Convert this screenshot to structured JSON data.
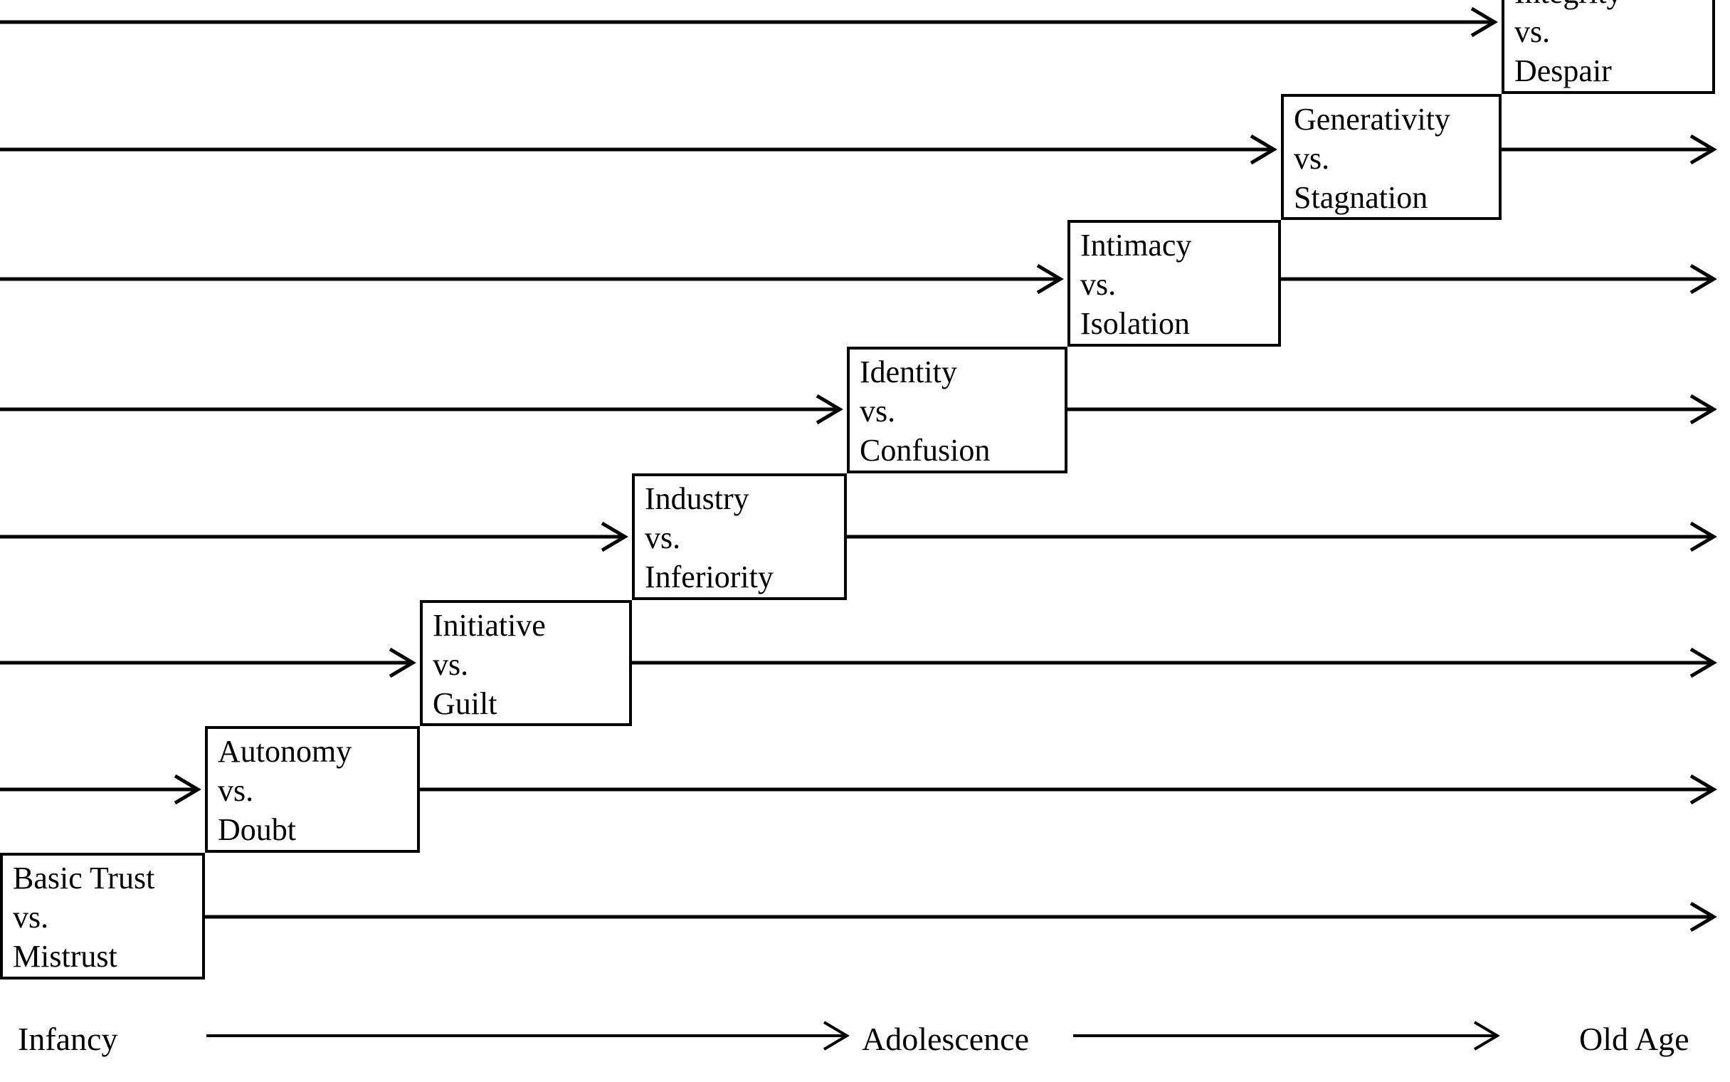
{
  "stages": [
    {
      "id": "basic-trust-vs-mistrust",
      "lines": [
        "Basic Trust",
        "vs.",
        "Mistrust"
      ]
    },
    {
      "id": "autonomy-vs-doubt",
      "lines": [
        "Autonomy",
        "vs.",
        "Doubt"
      ]
    },
    {
      "id": "initiative-vs-guilt",
      "lines": [
        "Initiative",
        "vs.",
        "Guilt"
      ]
    },
    {
      "id": "industry-vs-inferiority",
      "lines": [
        "Industry",
        "vs.",
        "Inferiority"
      ]
    },
    {
      "id": "identity-vs-confusion",
      "lines": [
        "Identity",
        "vs.",
        "Confusion"
      ]
    },
    {
      "id": "intimacy-vs-isolation",
      "lines": [
        "Intimacy",
        "vs.",
        "Isolation"
      ]
    },
    {
      "id": "generativity-vs-stagnation",
      "lines": [
        "Generativity",
        "vs.",
        "Stagnation"
      ]
    },
    {
      "id": "integrity-vs-despair",
      "lines": [
        "Integrity",
        "vs.",
        "Despair"
      ]
    }
  ],
  "timeline": {
    "labels": [
      "Infancy",
      "Adolescence",
      "Old Age"
    ]
  },
  "colors": {
    "line": "#000000",
    "text": "#000000",
    "background": "#ffffff"
  }
}
